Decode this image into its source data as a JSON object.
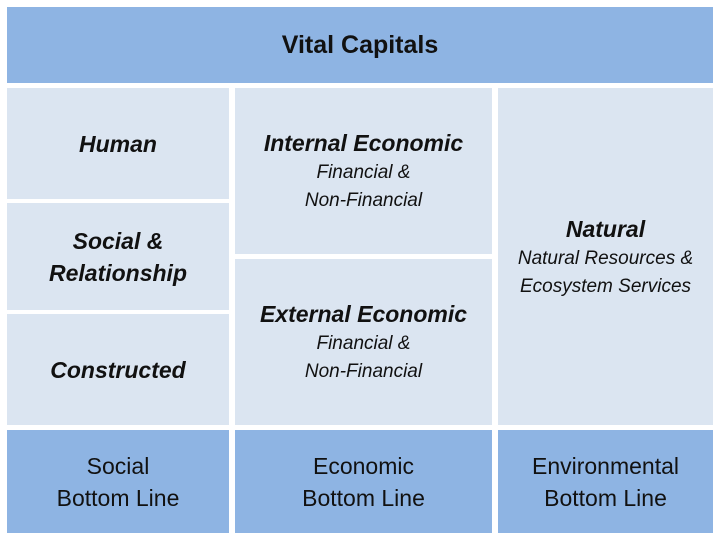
{
  "title": "Vital Capitals",
  "capitals": {
    "human": {
      "name": "Human"
    },
    "social": {
      "name": "Social &\nRelationship"
    },
    "constructed": {
      "name": "Constructed"
    },
    "internal_economic": {
      "name": "Internal Economic",
      "subtitle": "Financial &\nNon-Financial"
    },
    "external_economic": {
      "name": "External Economic",
      "subtitle": "Financial &\nNon-Financial"
    },
    "natural": {
      "name": "Natural",
      "subtitle": "Natural Resources &\nEcosystem Services"
    }
  },
  "bottom_lines": {
    "social": "Social\nBottom Line",
    "economic": "Economic\nBottom Line",
    "environmental": "Environmental\nBottom Line"
  },
  "colors": {
    "header_fill": "#8eb4e3",
    "cell_fill": "#dbe5f1",
    "footer_fill": "#8eb4e3",
    "divider": "#ffffff"
  }
}
